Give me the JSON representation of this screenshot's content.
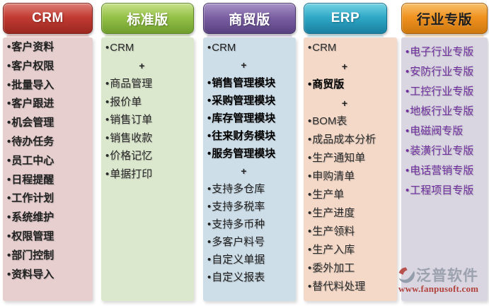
{
  "page": {
    "background": "#ffffff"
  },
  "bullet_char": "•",
  "columns": [
    {
      "key": "crm",
      "title": "CRM",
      "theme": {
        "header_top": "#dd8077",
        "header_mid": "#c23b32",
        "header_bottom": "#9a2820",
        "header_border": "#801f19",
        "header_text": "#ffffff",
        "body": "#e6cfce",
        "item_text": "#222222"
      },
      "items": [
        {
          "text": "客户资料"
        },
        {
          "text": "客户权限"
        },
        {
          "text": "批量导入"
        },
        {
          "text": "客户跟进"
        },
        {
          "text": "机会管理"
        },
        {
          "text": "待办任务"
        },
        {
          "text": "员工中心"
        },
        {
          "text": "日程提醒"
        },
        {
          "text": "工作计划"
        },
        {
          "text": "系统维护"
        },
        {
          "text": "权限管理"
        },
        {
          "text": "部门控制"
        },
        {
          "text": "资料导入"
        }
      ]
    },
    {
      "key": "standard",
      "title": "标准版",
      "theme": {
        "header_top": "#c8e18b",
        "header_mid": "#94c147",
        "header_bottom": "#6f9e2e",
        "header_border": "#5d8526",
        "header_text": "#ffffff",
        "body": "#dce8ce",
        "item_text": "#2a2a2a"
      },
      "items": [
        {
          "text": "CRM"
        },
        {
          "type": "plus",
          "text": "+"
        },
        {
          "text": "商品管理"
        },
        {
          "text": "报价单"
        },
        {
          "text": "销售订单"
        },
        {
          "text": "销售收款"
        },
        {
          "text": "价格记忆"
        },
        {
          "text": "单据打印"
        }
      ]
    },
    {
      "key": "trade",
      "title": "商贸版",
      "theme": {
        "header_top": "#a793c6",
        "header_mid": "#7b60a3",
        "header_bottom": "#584180",
        "header_border": "#463369",
        "header_text": "#ffffff",
        "body": "#cddee9",
        "item_text": "#1e1e1e"
      },
      "items": [
        {
          "text": "CRM"
        },
        {
          "type": "plus",
          "text": "+"
        },
        {
          "text": "销售管理模块",
          "bold": true
        },
        {
          "text": "采购管理模块",
          "bold": true
        },
        {
          "text": "库存管理模块",
          "bold": true
        },
        {
          "text": "往来财务模块",
          "bold": true
        },
        {
          "text": "服务管理模块",
          "bold": true
        },
        {
          "type": "plus",
          "text": "+"
        },
        {
          "text": "支持多仓库"
        },
        {
          "text": "支持多税率"
        },
        {
          "text": "支持多币种"
        },
        {
          "text": "多客户料号"
        },
        {
          "text": "自定义单据"
        },
        {
          "text": "自定义报表"
        }
      ]
    },
    {
      "key": "erp",
      "title": "ERP",
      "theme": {
        "header_top": "#74d2e2",
        "header_mid": "#2fa9c7",
        "header_bottom": "#1a7fa0",
        "header_border": "#14708d",
        "header_text": "#ffffff",
        "body": "#f4d9c8",
        "item_text": "#2a2a2a"
      },
      "items": [
        {
          "text": "CRM"
        },
        {
          "type": "plus",
          "text": "+"
        },
        {
          "text": "商贸版",
          "bold": true
        },
        {
          "type": "plus",
          "text": "+"
        },
        {
          "text": "BOM表"
        },
        {
          "text": "成品成本分析"
        },
        {
          "text": "生产通知单"
        },
        {
          "text": "申购清单"
        },
        {
          "text": "生产单"
        },
        {
          "text": "生产进度"
        },
        {
          "text": "生产领料"
        },
        {
          "text": "生产入库"
        },
        {
          "text": "委外加工"
        },
        {
          "text": "替代料处理"
        }
      ]
    },
    {
      "key": "industry",
      "title": "行业专版",
      "theme": {
        "header_top": "#f8c26c",
        "header_mid": "#ef9220",
        "header_bottom": "#cf780e",
        "header_border": "#a65f0b",
        "header_text": "#1d1d1d",
        "body": "#d9d5e1",
        "item_text": "#7030a0"
      },
      "items": [
        {
          "text": "电子行业专版"
        },
        {
          "text": "安防行业专版"
        },
        {
          "text": "工控行业专版"
        },
        {
          "text": "地板行业专版"
        },
        {
          "text": "电磁阀专版"
        },
        {
          "text": "装潢行业专版"
        },
        {
          "text": "电话营销专版"
        },
        {
          "text": "工程项目专版"
        }
      ]
    }
  ],
  "logo": {
    "brand": "泛普软件",
    "url": "www.fanpusoft.com",
    "mark_red": "#b5433e",
    "mark_gray": "#8d97a6"
  }
}
